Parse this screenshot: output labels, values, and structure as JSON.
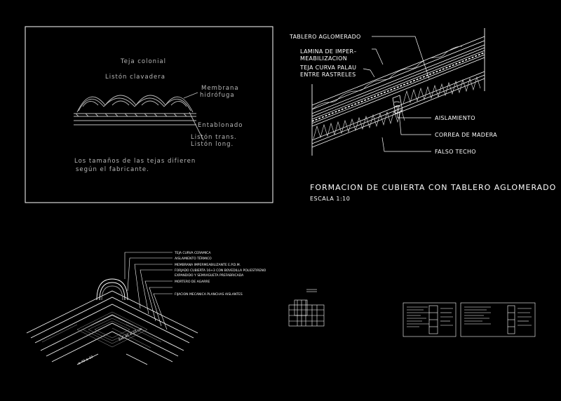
{
  "panel_a": {
    "labels": {
      "teja_colonial": "Teja colonial",
      "liston_clavadera": "Listón clavadera",
      "membrana_1": "Membrana",
      "membrana_2": "hidrófuga",
      "entablonado": "Entablonado",
      "liston_trans": "Listón trans.",
      "liston_long": "Listón long.",
      "note_1": "Los tamaños de las tejas difieren",
      "note_2": "según el fabricante."
    }
  },
  "panel_b": {
    "labels": {
      "tablero": "TABLERO AGLOMERADO",
      "lamina_1": "LAMINA DE IMPER–",
      "lamina_2": "MEABILIZACION",
      "teja_1": "TEJA CURVA PALAU",
      "teja_2": "ENTRE RASTRELES",
      "aislamiento": "AISLAMIENTO",
      "correa": "CORREA DE MADERA",
      "falso": "FALSO TECHO"
    },
    "title": "FORMACION DE CUBIERTA CON TABLERO AGLOMERADO",
    "subtitle": "ESCALA 1:10"
  },
  "panel_c": {
    "labels": [
      "TEJA CURVA CERAMICA",
      "AISLAMIENTO TÉRMICO",
      "MEMBRANA IMPERMEABILIZANTE E.P.D.M.",
      "FORJADO CUBIERTA 16+3 CON BOVEDILLA POLIESTIRENO",
      "EXPANDIDO Y SEMIVIGUETA PREFABRICADA",
      "MORTERO DE AGARRE",
      "FIJACION MECANICA PLANCHAS AISLANTES"
    ]
  },
  "colors": {
    "background": "#000000",
    "linework": "#ffffff",
    "hatch": "#9a9a9a",
    "dim_text": "#b8b8b8"
  }
}
